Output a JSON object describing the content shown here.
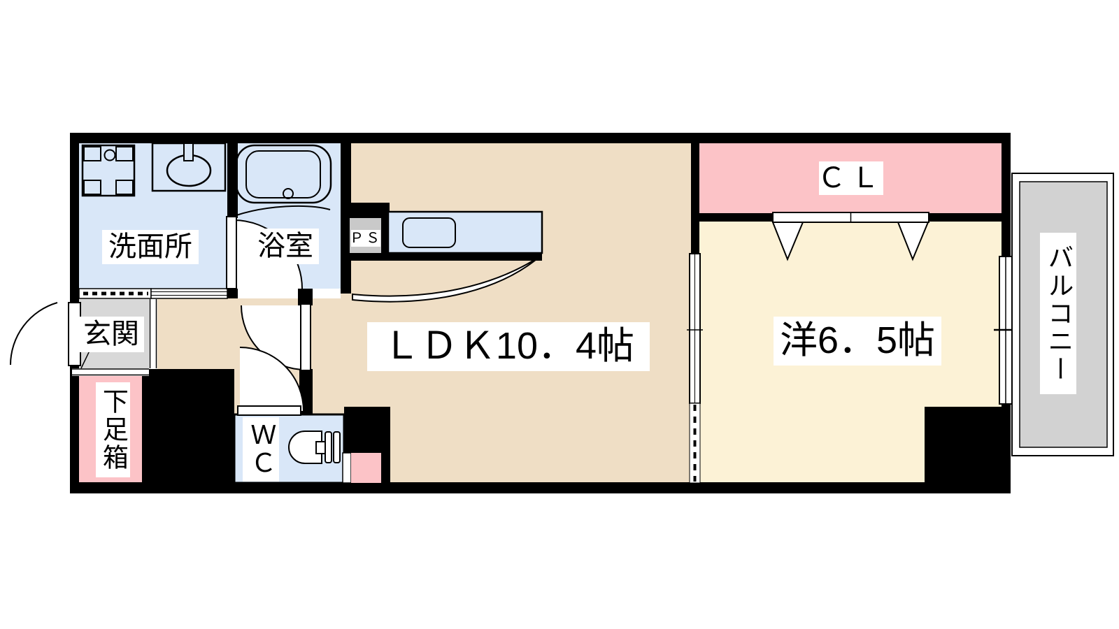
{
  "rooms": {
    "washroom": {
      "label": "洗面所"
    },
    "bathroom": {
      "label": "浴室"
    },
    "pipe_space": {
      "label": "ＰＳ"
    },
    "ldk": {
      "label": "ＬＤＫ10．4帖"
    },
    "closet": {
      "label": "ＣＬ"
    },
    "western_room": {
      "label": "洋6．5帖"
    },
    "entrance": {
      "label": "玄関"
    },
    "shoe_cabinet": {
      "label": "下足箱"
    },
    "toilet": {
      "label": "ＷＣ"
    },
    "balcony": {
      "label": "バルコニー"
    }
  },
  "colors": {
    "wall": "#000000",
    "water_rooms": "#D9E7F8",
    "ldk_floor": "#EFDEC5",
    "western_floor": "#FCF2D6",
    "closet_pink": "#FCC3C7",
    "entrance_gray": "#D8D8D8",
    "ps_gray": "#C9C9C9",
    "balcony_gray": "#D2D2D2"
  }
}
